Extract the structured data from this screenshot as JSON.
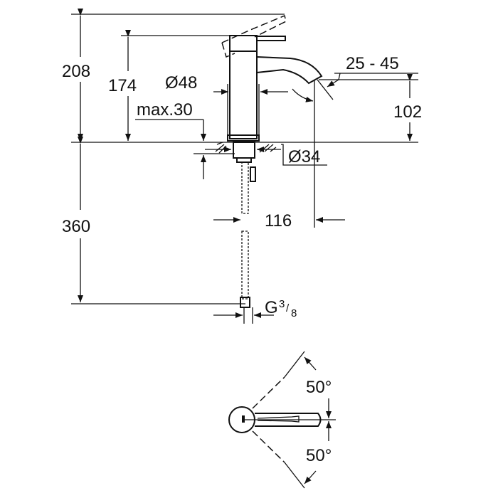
{
  "drawing": {
    "dimensions": {
      "total_height": "208",
      "lever_height": "174",
      "body_diameter": "Ø48",
      "max_deck_thickness": "max.30",
      "spout_angle": "25 - 45",
      "spout_height": "102",
      "mount_diameter": "Ø34",
      "hose_length": "360",
      "spout_reach": "116",
      "connection_thread": "G",
      "connection_thread_num": "3",
      "connection_thread_den": "8",
      "lever_rotation_upper": "50°",
      "lever_rotation_lower": "50°"
    },
    "colors": {
      "line": "#111111",
      "background": "#ffffff"
    }
  }
}
